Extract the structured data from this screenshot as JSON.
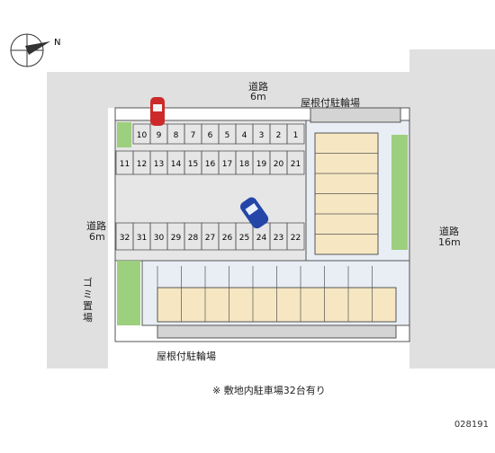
{
  "compass": {
    "north_label": "N"
  },
  "roads": {
    "top": {
      "label": "道路",
      "width": "6m"
    },
    "left": {
      "label": "道路",
      "width": "6m"
    },
    "right": {
      "label": "道路",
      "width": "16m"
    }
  },
  "labels": {
    "bike_parking_top": "屋根付駐輪場",
    "bike_parking_bottom": "屋根付駐輪場",
    "garbage": "ゴミ置場"
  },
  "parking": {
    "top_row": [
      "10",
      "9",
      "8",
      "7",
      "6",
      "5",
      "4",
      "3",
      "2",
      "1"
    ],
    "middle_row": [
      "11",
      "12",
      "13",
      "14",
      "15",
      "16",
      "17",
      "18",
      "19",
      "20",
      "21"
    ],
    "bottom_row": [
      "32",
      "31",
      "30",
      "29",
      "28",
      "27",
      "26",
      "25",
      "24",
      "23",
      "22"
    ]
  },
  "note": "※ 敷地内駐車場32台有り",
  "code": "028191",
  "colors": {
    "road": "#e0e0e0",
    "lot": "#e4e4e4",
    "building": "#f6e7c2",
    "balcony": "#dde8f6",
    "green": "#9ccf7e",
    "car_red": "#cc2a2a",
    "car_blue": "#2446a8"
  }
}
